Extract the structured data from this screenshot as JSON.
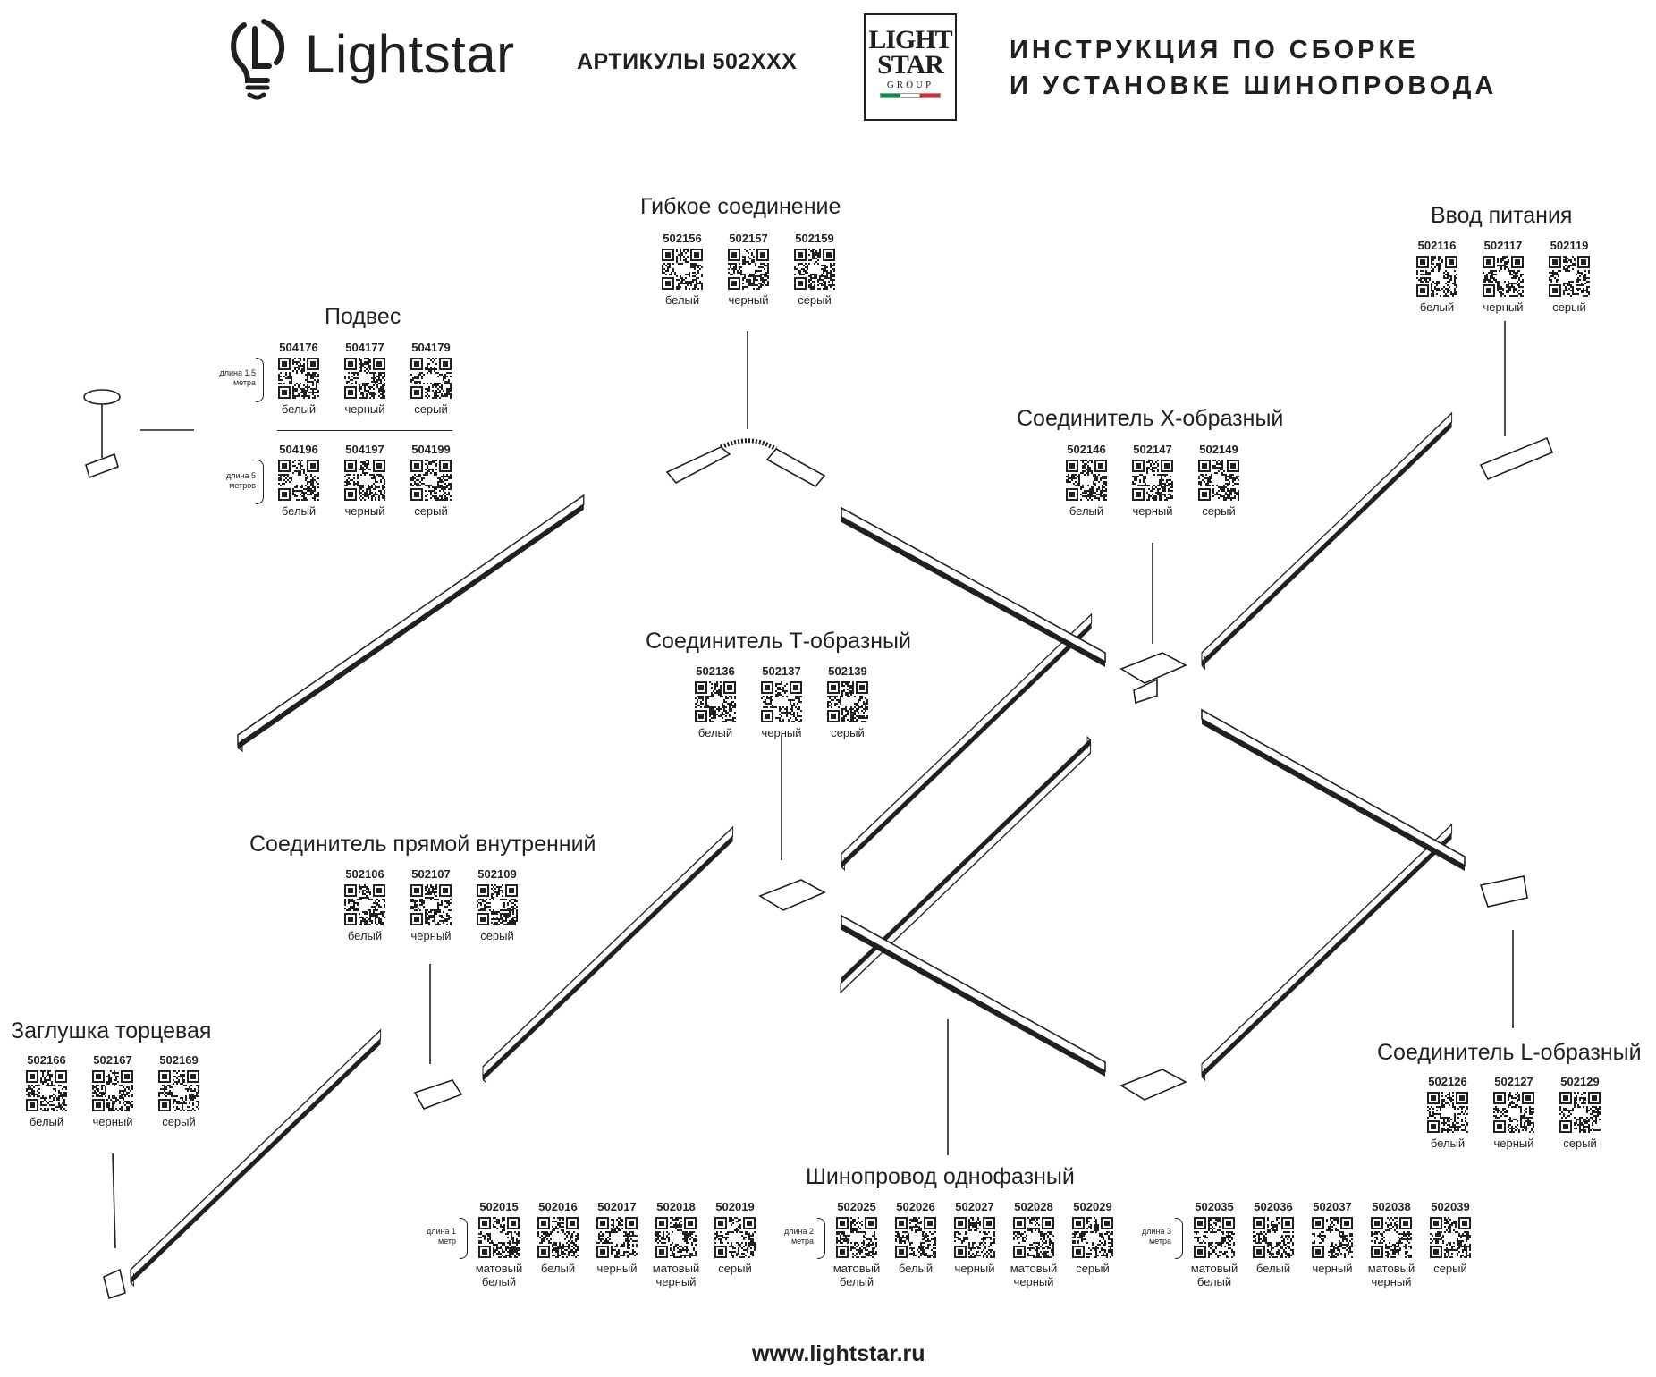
{
  "header": {
    "brand": "Lightstar",
    "articles": "АРТИКУЛЫ 502XXX",
    "group_logo": {
      "line1": "LIGHT",
      "line2": "STAR",
      "line3": "GROUP"
    },
    "instruction_line1": "ИНСТРУКЦИЯ ПО СБОРКЕ",
    "instruction_line2": "И УСТАНОВКЕ ШИНОПРОВОДА"
  },
  "sections": {
    "flex": {
      "title": "Гибкое соединение",
      "items": [
        {
          "code": "502156",
          "color": "белый"
        },
        {
          "code": "502157",
          "color": "черный"
        },
        {
          "code": "502159",
          "color": "серый"
        }
      ]
    },
    "power": {
      "title": "Ввод питания",
      "items": [
        {
          "code": "502116",
          "color": "белый"
        },
        {
          "code": "502117",
          "color": "черный"
        },
        {
          "code": "502119",
          "color": "серый"
        }
      ]
    },
    "suspension": {
      "title": "Подвес",
      "groups": [
        {
          "length": "длина 1,5 метра",
          "items": [
            {
              "code": "504176",
              "color": "белый"
            },
            {
              "code": "504177",
              "color": "черный"
            },
            {
              "code": "504179",
              "color": "серый"
            }
          ]
        },
        {
          "length": "длина 5 метров",
          "items": [
            {
              "code": "504196",
              "color": "белый"
            },
            {
              "code": "504197",
              "color": "черный"
            },
            {
              "code": "504199",
              "color": "серый"
            }
          ]
        }
      ]
    },
    "x_conn": {
      "title": "Соединитель Х-образный",
      "items": [
        {
          "code": "502146",
          "color": "белый"
        },
        {
          "code": "502147",
          "color": "черный"
        },
        {
          "code": "502149",
          "color": "серый"
        }
      ]
    },
    "t_conn": {
      "title": "Соединитель Т-образный",
      "items": [
        {
          "code": "502136",
          "color": "белый"
        },
        {
          "code": "502137",
          "color": "черный"
        },
        {
          "code": "502139",
          "color": "серый"
        }
      ]
    },
    "straight": {
      "title": "Соединитель прямой внутренний",
      "items": [
        {
          "code": "502106",
          "color": "белый"
        },
        {
          "code": "502107",
          "color": "черный"
        },
        {
          "code": "502109",
          "color": "серый"
        }
      ]
    },
    "endcap": {
      "title": "Заглушка торцевая",
      "items": [
        {
          "code": "502166",
          "color": "белый"
        },
        {
          "code": "502167",
          "color": "черный"
        },
        {
          "code": "502169",
          "color": "серый"
        }
      ]
    },
    "l_conn": {
      "title": "Соединитель L-образный",
      "items": [
        {
          "code": "502126",
          "color": "белый"
        },
        {
          "code": "502127",
          "color": "черный"
        },
        {
          "code": "502129",
          "color": "серый"
        }
      ]
    },
    "track": {
      "title": "Шинопровод однофазный",
      "groups": [
        {
          "length": "длина 1 метр",
          "items": [
            {
              "code": "502015",
              "color": "матовый белый"
            },
            {
              "code": "502016",
              "color": "белый"
            },
            {
              "code": "502017",
              "color": "черный"
            },
            {
              "code": "502018",
              "color": "матовый черный"
            },
            {
              "code": "502019",
              "color": "серый"
            }
          ]
        },
        {
          "length": "длина 2 метра",
          "items": [
            {
              "code": "502025",
              "color": "матовый белый"
            },
            {
              "code": "502026",
              "color": "белый"
            },
            {
              "code": "502027",
              "color": "черный"
            },
            {
              "code": "502028",
              "color": "матовый черный"
            },
            {
              "code": "502029",
              "color": "серый"
            }
          ]
        },
        {
          "length": "длина 3 метра",
          "items": [
            {
              "code": "502035",
              "color": "матовый белый"
            },
            {
              "code": "502036",
              "color": "белый"
            },
            {
              "code": "502037",
              "color": "черный"
            },
            {
              "code": "502038",
              "color": "матовый черный"
            },
            {
              "code": "502039",
              "color": "серый"
            }
          ]
        }
      ]
    }
  },
  "footer": {
    "site": "www.lightstar.ru"
  },
  "colors": {
    "ink": "#231f20",
    "flag_green": "#009246",
    "flag_red": "#ce2b37"
  }
}
